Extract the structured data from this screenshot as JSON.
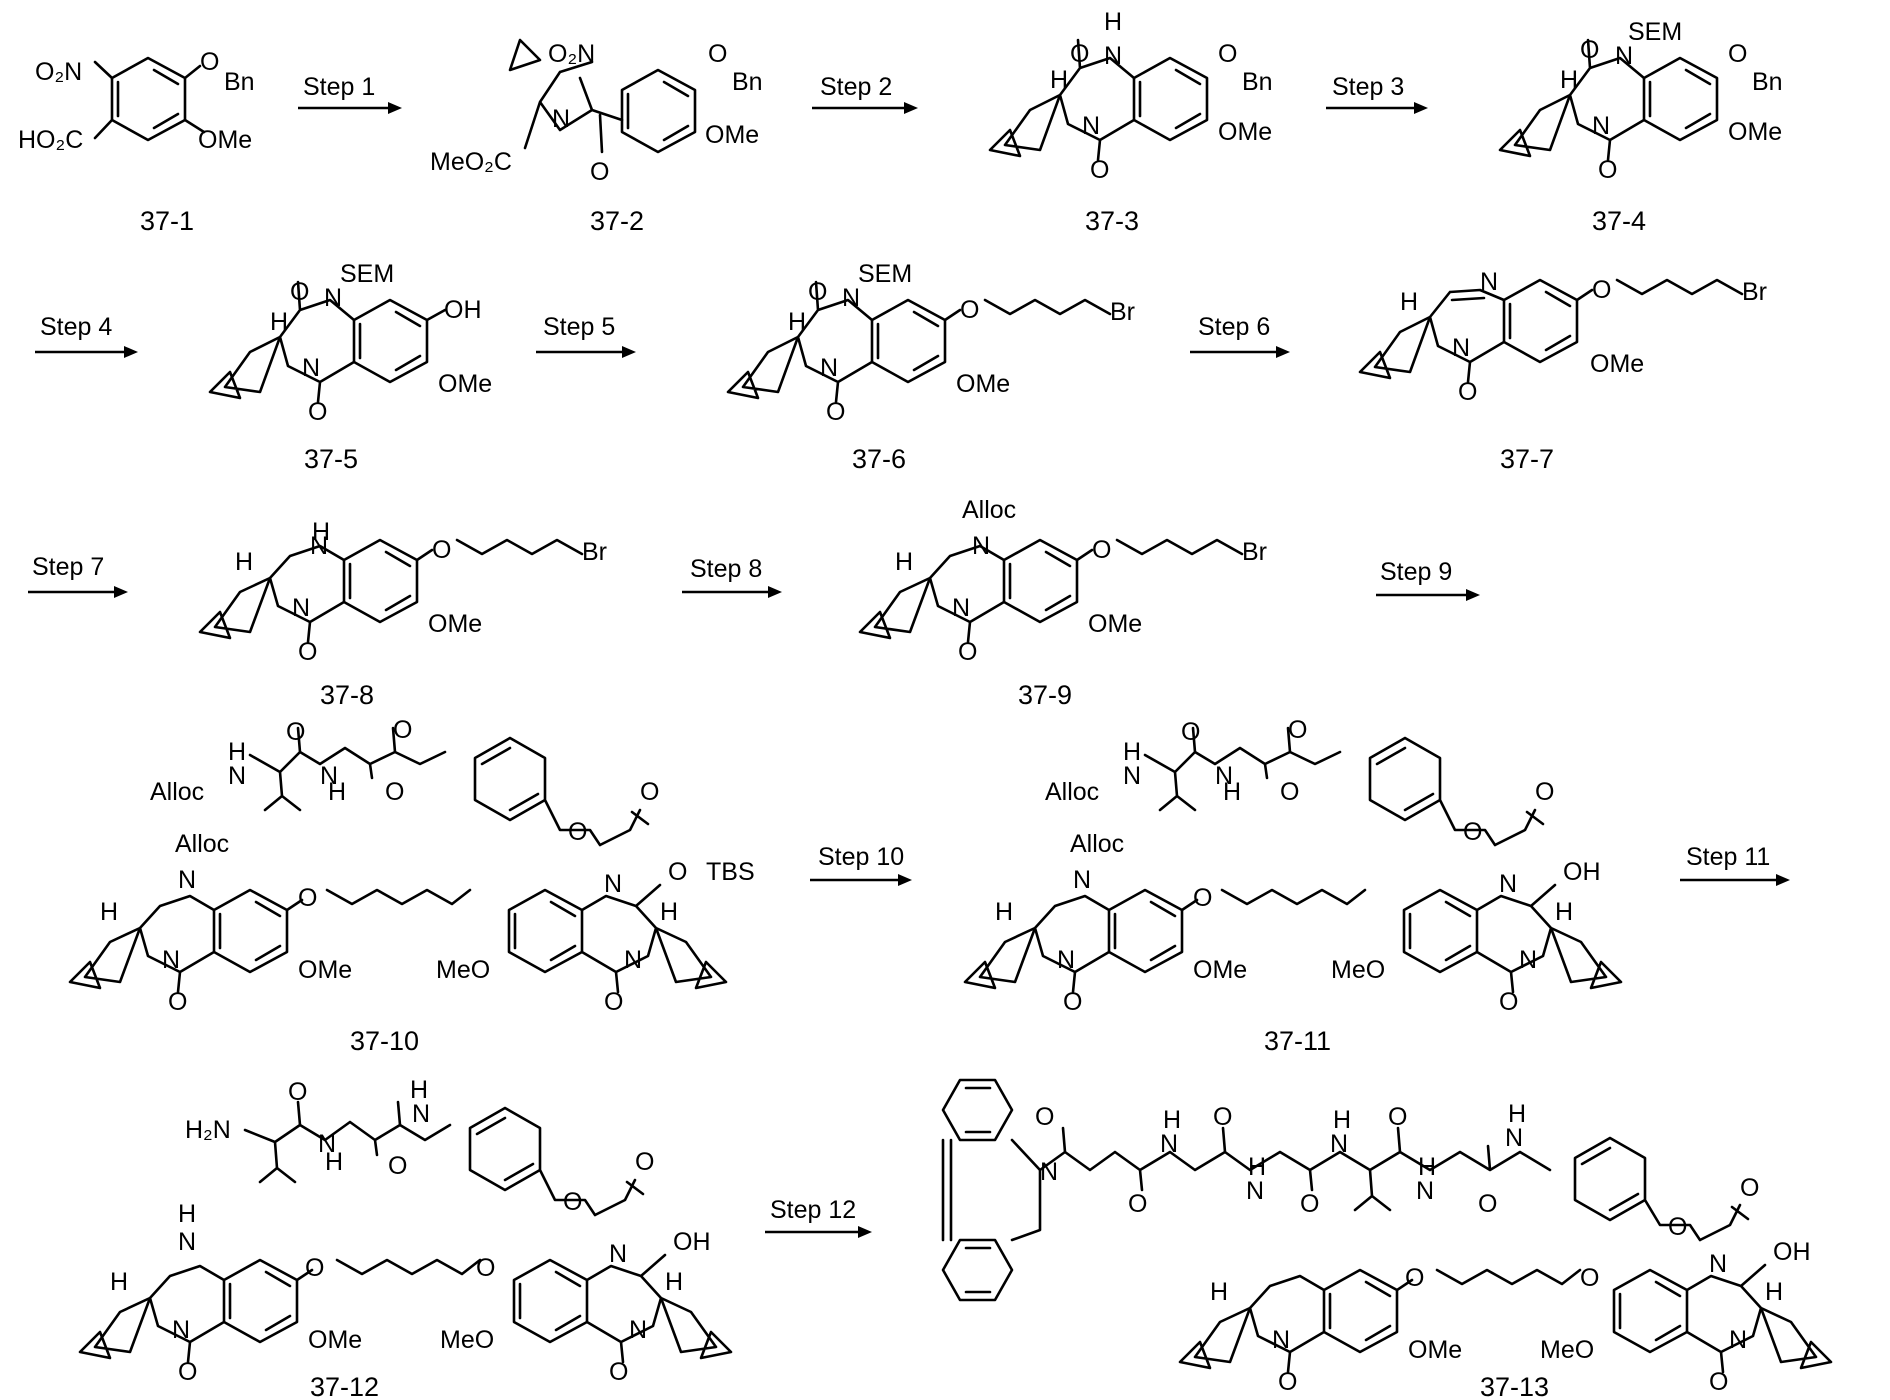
{
  "steps": [
    "Step 1",
    "Step 2",
    "Step 3",
    "Step 4",
    "Step 5",
    "Step 6",
    "Step 7",
    "Step 8",
    "Step 9",
    "Step 10",
    "Step 11",
    "Step 12"
  ],
  "compounds": {
    "c37_1": {
      "id": "37-1",
      "labels": [
        "O₂N",
        "O",
        "Bn",
        "HO₂C",
        "OMe"
      ]
    },
    "c37_2": {
      "id": "37-2",
      "labels": [
        "O₂N",
        "O",
        "Bn",
        "N",
        "MeO₂C",
        "O",
        "OMe"
      ]
    },
    "c37_3": {
      "id": "37-3",
      "labels": [
        "H",
        "O",
        "N",
        "O",
        "Bn",
        "H",
        "N",
        "OMe",
        "O"
      ]
    },
    "c37_4": {
      "id": "37-4",
      "labels": [
        "SEM",
        "O",
        "N",
        "O",
        "Bn",
        "H",
        "N",
        "OMe",
        "O"
      ]
    },
    "c37_5": {
      "id": "37-5",
      "labels": [
        "SEM",
        "O",
        "N",
        "OH",
        "H",
        "N",
        "OMe",
        "O"
      ]
    },
    "c37_6": {
      "id": "37-6",
      "labels": [
        "SEM",
        "O",
        "N",
        "O",
        "Br",
        "H",
        "N",
        "OMe",
        "O"
      ]
    },
    "c37_7": {
      "id": "37-7",
      "labels": [
        "H",
        "N",
        "O",
        "Br",
        "N",
        "OMe",
        "O"
      ]
    },
    "c37_8": {
      "id": "37-8",
      "labels": [
        "H",
        "N",
        "O",
        "Br",
        "H",
        "N",
        "OMe",
        "O"
      ]
    },
    "c37_9": {
      "id": "37-9",
      "labels": [
        "Alloc",
        "N",
        "O",
        "Br",
        "H",
        "N",
        "OMe",
        "O"
      ]
    },
    "c37_10": {
      "id": "37-10",
      "labels": [
        "H",
        "N",
        "O",
        "H",
        "N",
        "Alloc",
        "Alloc",
        "N",
        "O",
        "O",
        "O",
        "O",
        "O",
        "N",
        "O",
        "TBS",
        "H",
        "H",
        "N",
        "OMe",
        "MeO",
        "N",
        "O",
        "O"
      ]
    },
    "c37_11": {
      "id": "37-11",
      "labels": [
        "H",
        "N",
        "O",
        "H",
        "N",
        "Alloc",
        "Alloc",
        "N",
        "O",
        "O",
        "O",
        "O",
        "O",
        "N",
        "OH",
        "H",
        "H",
        "N",
        "OMe",
        "MeO",
        "N",
        "O",
        "O"
      ]
    },
    "c37_12": {
      "id": "37-12",
      "labels": [
        "H₂N",
        "O",
        "H",
        "N",
        "H",
        "N",
        "H",
        "N",
        "O",
        "O",
        "O",
        "O",
        "O",
        "N",
        "OH",
        "H",
        "H",
        "N",
        "OMe",
        "MeO",
        "N",
        "O",
        "O"
      ]
    },
    "c37_13": {
      "id": "37-13",
      "labels": [
        "O",
        "N",
        "H",
        "N",
        "O",
        "H",
        "N",
        "O",
        "H",
        "N",
        "O",
        "H",
        "N",
        "O",
        "H",
        "N",
        "O",
        "O",
        "O",
        "O",
        "O",
        "N",
        "OH",
        "H",
        "H",
        "N",
        "OMe",
        "MeO",
        "N",
        "O",
        "O"
      ]
    }
  }
}
